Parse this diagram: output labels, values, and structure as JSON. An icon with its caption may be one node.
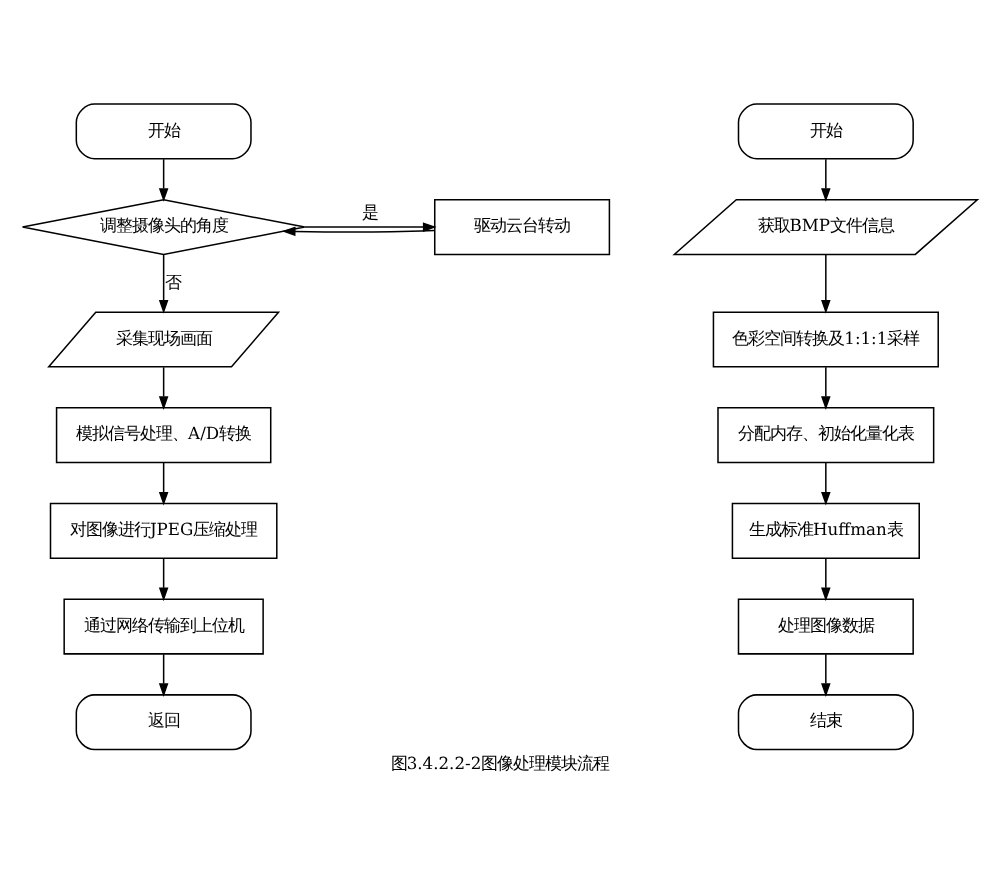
{
  "diagram": {
    "caption": "图3.4.2.2-2图像处理模块流程",
    "nodes": [
      {
        "text": [
          "开始"
        ]
      },
      {
        "text": [
          "调整摄像头的角度"
        ]
      },
      {
        "text": [
          "驱动云台转动"
        ]
      },
      {
        "text": [
          "采集现场画面"
        ]
      },
      {
        "text": [
          "模拟信号处理、A/D转换"
        ]
      },
      {
        "text": [
          "对图像进行JPEG压缩处理"
        ]
      },
      {
        "text": [
          "通过网络传输到上位机"
        ]
      },
      {
        "text": [
          "返回"
        ]
      },
      {
        "text": [
          "开始"
        ]
      },
      {
        "text": [
          "获取BMP文件信息"
        ]
      },
      {
        "text": [
          "色彩空间转换及1:1:1采样"
        ]
      },
      {
        "text": [
          "分配内存、初始化量化表"
        ]
      },
      {
        "text": [
          "生成标准Huffman表"
        ]
      },
      {
        "text": [
          "处理图像数据"
        ]
      },
      {
        "text": [
          "结束"
        ]
      }
    ],
    "edges": [
      {
        "from": 0,
        "to": 1,
        "arrow": "to"
      },
      {
        "from": 1,
        "to": 2,
        "arrow": "to",
        "label": "是"
      },
      {
        "from": 2,
        "to": 1,
        "arrow": "to"
      },
      {
        "from": 1,
        "to": 3,
        "arrow": "to",
        "label": "否"
      },
      {
        "from": 3,
        "to": 4,
        "arrow": "to"
      },
      {
        "from": 4,
        "to": 5,
        "arrow": "to"
      },
      {
        "from": 5,
        "to": 6,
        "arrow": "to"
      },
      {
        "from": 6,
        "to": 7,
        "arrow": "to"
      },
      {
        "from": 8,
        "to": 9,
        "arrow": "to"
      },
      {
        "from": 9,
        "to": 10,
        "arrow": "to"
      },
      {
        "from": 10,
        "to": 11,
        "arrow": "to"
      },
      {
        "from": 11,
        "to": 12,
        "arrow": "to"
      },
      {
        "from": 12,
        "to": 13,
        "arrow": "to"
      },
      {
        "from": 13,
        "to": 14,
        "arrow": "to"
      }
    ]
  }
}
